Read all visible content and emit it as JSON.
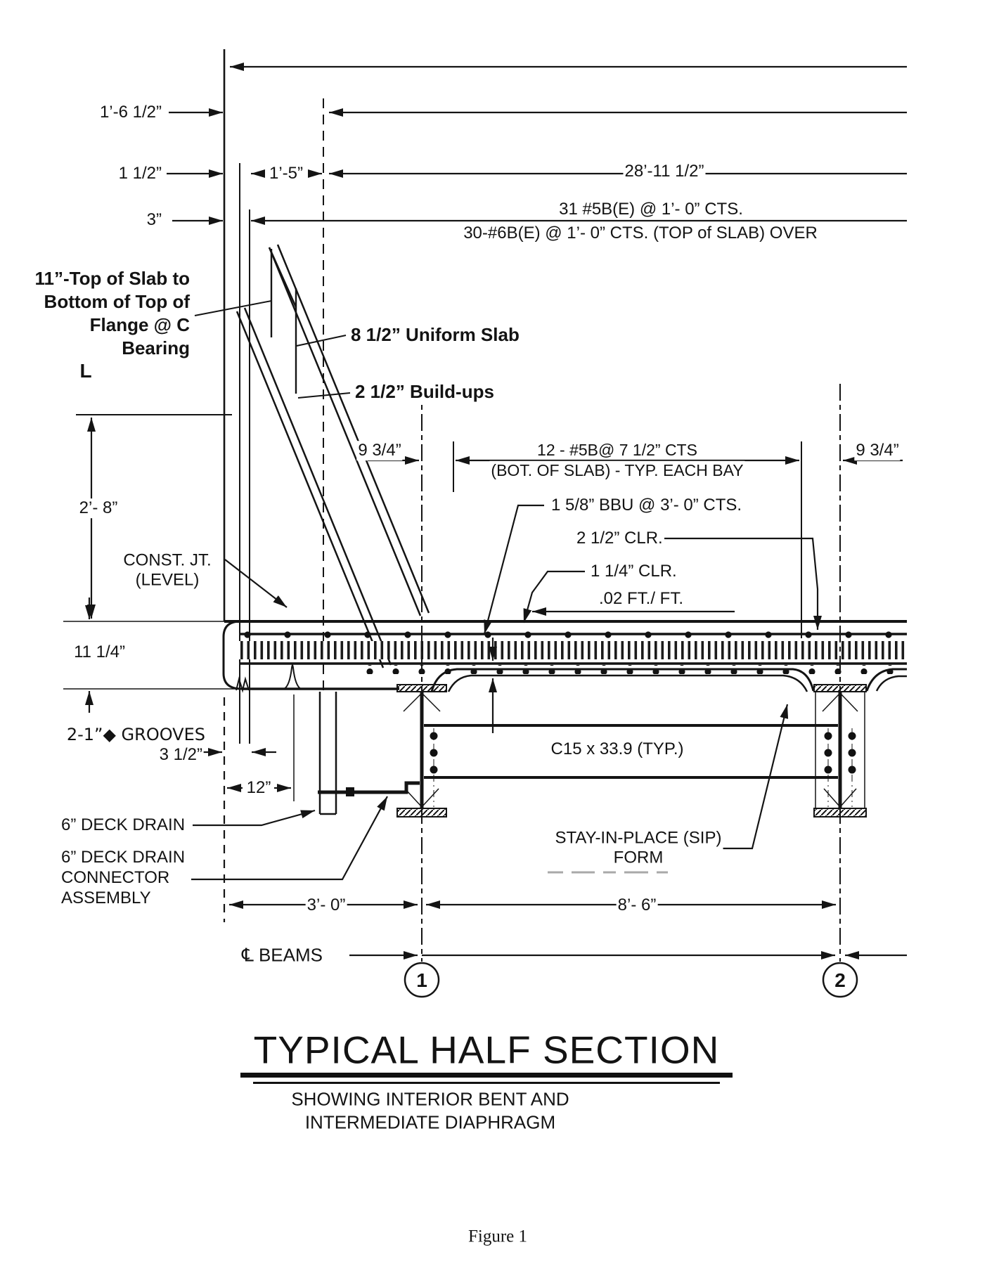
{
  "top_dims": {
    "overhang": "1’-6 1/2”",
    "rail_offset": "1 1/2”",
    "rail_width": "1’-5”",
    "deck_width": "28’-11 1/2”",
    "edge": "3”",
    "rebar_note_top": "31 #5B(E) @ 1’- 0” CTS.",
    "rebar_note_bottom": "30-#6B(E) @ 1’- 0” CTS. (TOP of SLAB) OVER"
  },
  "left_labels": {
    "slab_note": "11”-Top of Slab to\nBottom of Top of\nFlange @ C\nBearing",
    "cl_letter": "L",
    "uniform_slab": "8 1/2” Uniform Slab",
    "buildups": "2 1/2” Build-ups",
    "parapet_height": "2’- 8”",
    "const_joint": "CONST. JT.\n(LEVEL)",
    "slab_depth": "11 1/4”",
    "grooves": "2-1”◆ GROOVES",
    "groove_offset": "3 1/2”",
    "drip_offset": "12”",
    "deck_drain": "6” DECK DRAIN",
    "drain_assembly": "6” DECK DRAIN\nCONNECTOR\nASSEMBLY"
  },
  "slab_labels": {
    "edge_clear_left": "9 3/4”",
    "bay_rebar_line1": "12 - #5B@ 7 1/2” CTS",
    "bay_rebar_line2": "(BOT. OF SLAB) - TYP. EACH BAY",
    "bbu": "1 5/8” BBU @ 3’- 0” CTS.",
    "clr_top": "2 1/2” CLR.",
    "clr_bottom": "1 1/4” CLR.",
    "slope": ".02 FT./ FT.",
    "edge_clear_right": "9 3/4”"
  },
  "beam_labels": {
    "channel": "C15 x 33.9 (TYP.)",
    "sip_form": "STAY-IN-PLACE (SIP)\nFORM",
    "spacing_left": "3’- 0”",
    "spacing_right": "8’- 6”",
    "cl_symbol": "℄",
    "cl_beams": "BEAMS",
    "mark_1": "1",
    "mark_2": "2"
  },
  "titles": {
    "main": "TYPICAL HALF SECTION",
    "subtitle": "SHOWING INTERIOR BENT AND\nINTERMEDIATE DIAPHRAGM",
    "figure": "Figure 1"
  }
}
